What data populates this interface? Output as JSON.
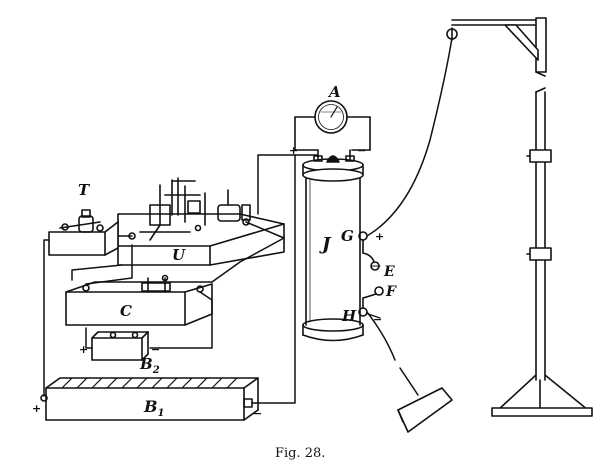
{
  "figure": {
    "caption": "Fig. 28."
  },
  "labels": {
    "A": "A",
    "T": "T",
    "U": "U",
    "C": "C",
    "J": "J",
    "G": "G",
    "E": "E",
    "F": "F",
    "H": "H",
    "B1_main": "B",
    "B1_sub": "1",
    "B2_main": "B",
    "B2_sub": "2"
  },
  "signs": {
    "plus": "+",
    "minus": "−"
  }
}
